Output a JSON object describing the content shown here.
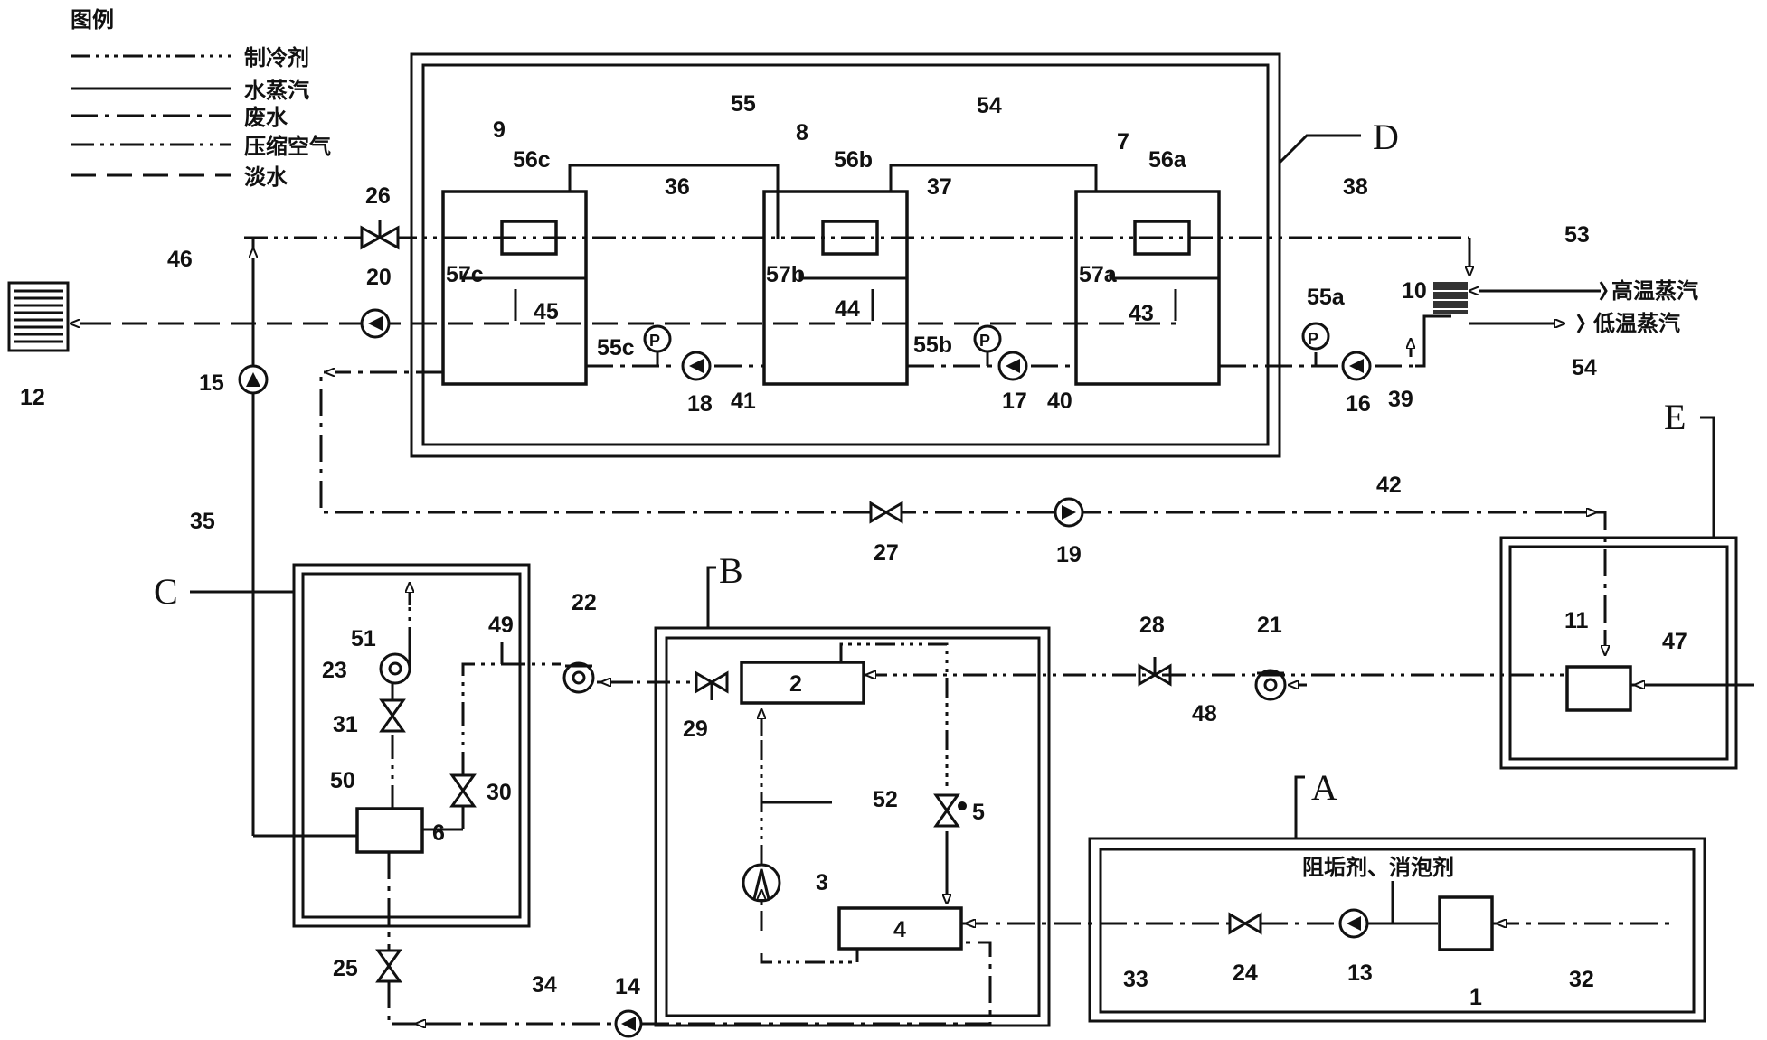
{
  "legend": {
    "title": "图例",
    "items": [
      {
        "label": "制冷剂",
        "style": "refrigerant"
      },
      {
        "label": "水蒸汽",
        "style": "steam"
      },
      {
        "label": "废水",
        "style": "wastewater"
      },
      {
        "label": "压缩空气",
        "style": "compressed-air"
      },
      {
        "label": "淡水",
        "style": "freshwater"
      }
    ]
  },
  "sections": {
    "A": "A",
    "B": "B",
    "C": "C",
    "D": "D",
    "E": "E"
  },
  "steam_labels": {
    "high": "高温蒸汽",
    "low": "低温蒸汽"
  },
  "additive_label": "阻垢剂、消泡剂",
  "components": {
    "c1": "1",
    "c2": "2",
    "c3": "3",
    "c4": "4",
    "c5": "5",
    "c6": "6",
    "c7": "7",
    "c8": "8",
    "c9": "9",
    "c10": "10",
    "c11": "11",
    "c12": "12",
    "c13": "13",
    "c14": "14",
    "c15": "15",
    "c16": "16",
    "c17": "17",
    "c18": "18",
    "c19": "19",
    "c20": "20",
    "c21": "21",
    "c22": "22",
    "c23": "23",
    "c24": "24",
    "c25": "25",
    "c26": "26",
    "c27": "27",
    "c28": "28",
    "c29": "29",
    "c30": "30",
    "c31": "31"
  },
  "pipes": {
    "p32": "32",
    "p33": "33",
    "p34": "34",
    "p35": "35",
    "p36": "36",
    "p37": "37",
    "p38": "38",
    "p39": "39",
    "p40": "40",
    "p41": "41",
    "p42": "42",
    "p43": "43",
    "p44": "44",
    "p45": "45",
    "p46": "46",
    "p47": "47",
    "p48": "48",
    "p49": "49",
    "p50": "50",
    "p51": "51",
    "p52": "52",
    "p53": "53",
    "p54a": "54",
    "p54b": "54",
    "p55": "55"
  },
  "instruments": {
    "g55a": "55a",
    "g55b": "55b",
    "g55c": "55c",
    "h56a": "56a",
    "h56b": "56b",
    "h56c": "56c",
    "s57a": "57a",
    "s57b": "57b",
    "s57c": "57c"
  }
}
